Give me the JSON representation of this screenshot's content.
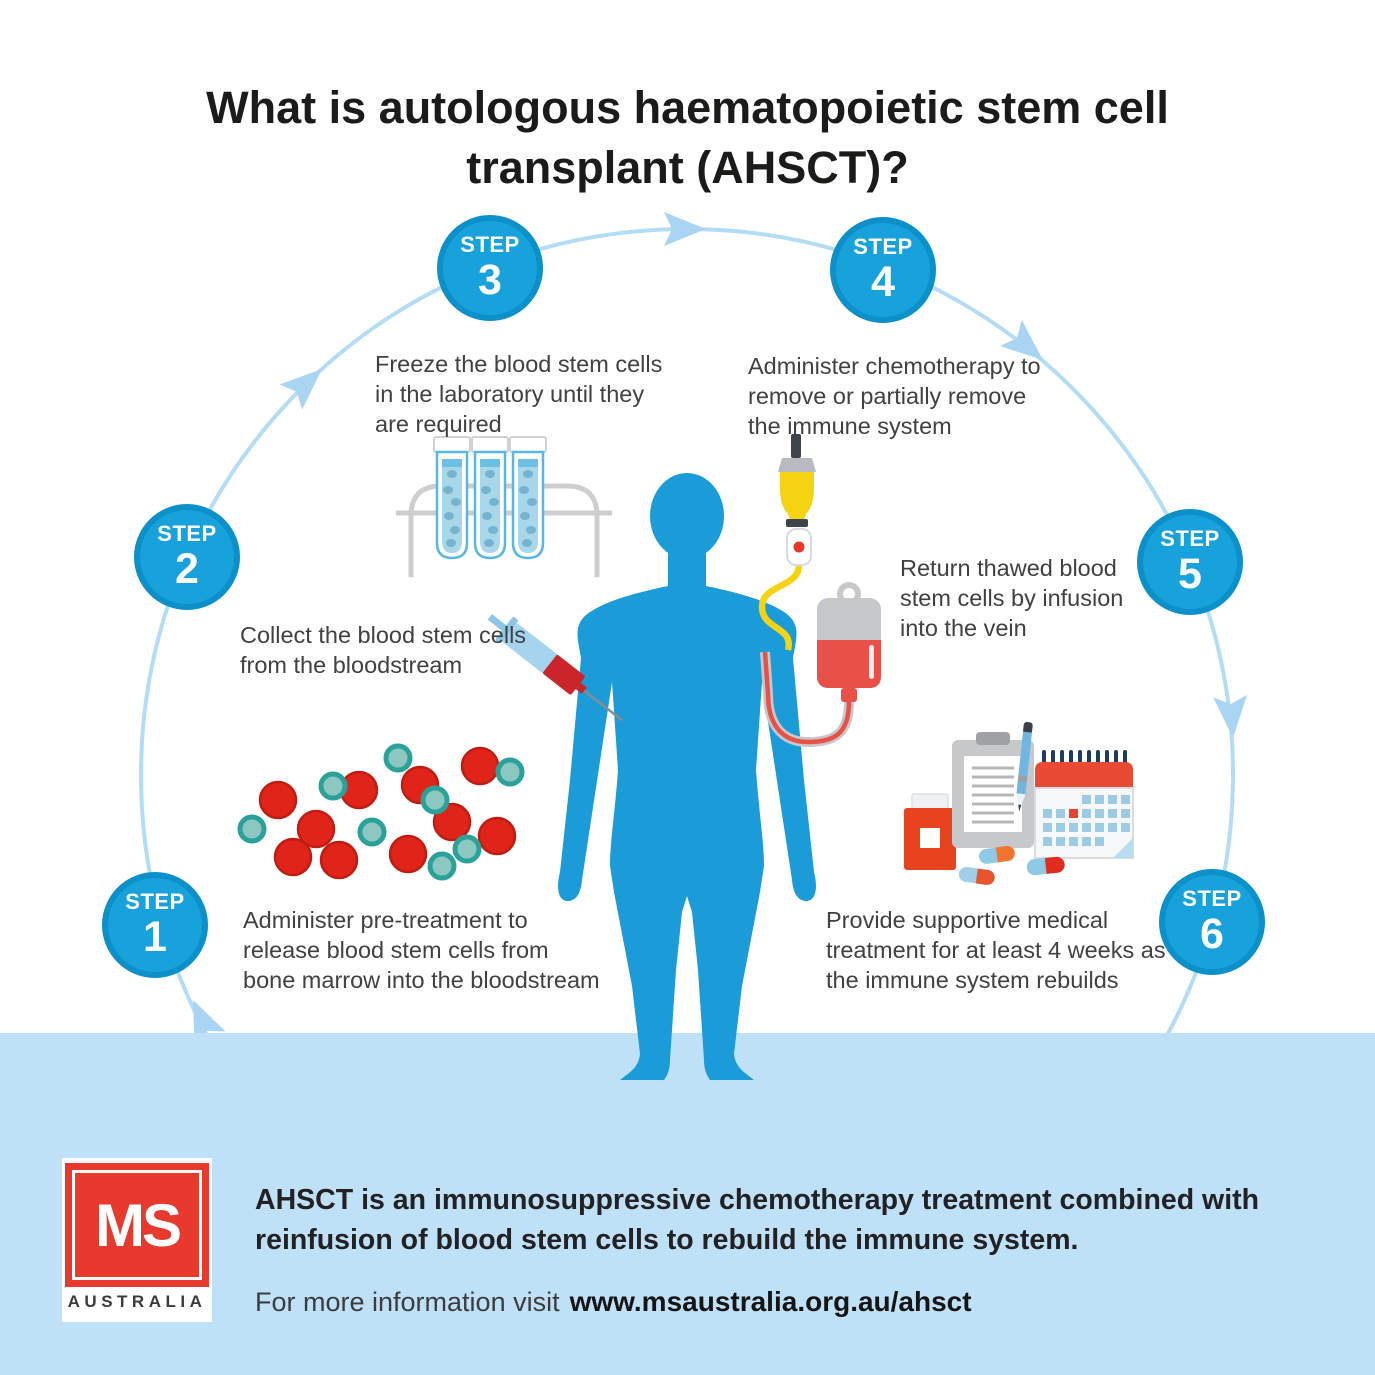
{
  "title": "What is autologous haematopoietic stem cell transplant (AHSCT)?",
  "steps": [
    {
      "label": "STEP",
      "number": "1",
      "description": "Administer pre-treatment to release blood stem cells from bone marrow into the bloodstream",
      "icon": "blood-cells-icon"
    },
    {
      "label": "STEP",
      "number": "2",
      "description": "Collect the blood stem cells from the bloodstream",
      "icon": "syringe-icon"
    },
    {
      "label": "STEP",
      "number": "3",
      "description": "Freeze the blood stem cells in the laboratory until they are required",
      "icon": "test-tubes-icon"
    },
    {
      "label": "STEP",
      "number": "4",
      "description": "Administer chemotherapy to remove or partially remove the immune system",
      "icon": "iv-chemo-drip-icon"
    },
    {
      "label": "STEP",
      "number": "5",
      "description": "Return thawed blood stem cells by infusion into the vein",
      "icon": "blood-bag-icon"
    },
    {
      "label": "STEP",
      "number": "6",
      "description": "Provide supportive medical treatment for at least 4 weeks as the immune system rebuilds",
      "icon": "medical-supplies-icon"
    }
  ],
  "center_icon": "human-body-silhouette",
  "cycle": {
    "direction": "clockwise",
    "arrow_count": 5
  },
  "footer": {
    "logo": {
      "text": "MS",
      "country": "AUSTRALIA"
    },
    "summary": "AHSCT is an immunosuppressive chemotherapy treatment combined with reinfusion of blood stem cells to rebuild the immune system.",
    "info_prefix": "For more information visit",
    "info_url": "www.msaustralia.org.au/ahsct"
  },
  "colors": {
    "step_circle": "#17a2db",
    "step_circle_border": "#0c90c9",
    "cycle_arc": "#b3dcf5",
    "body_blue": "#1b9cd8",
    "band_blue": "#bfe1f7",
    "text_dark": "#414042",
    "logo_red": "#e8392e",
    "cell_red": "#e02419",
    "cell_teal": "#2aa29a",
    "chemo_yellow": "#f6d312",
    "blood_red": "#e85048"
  }
}
